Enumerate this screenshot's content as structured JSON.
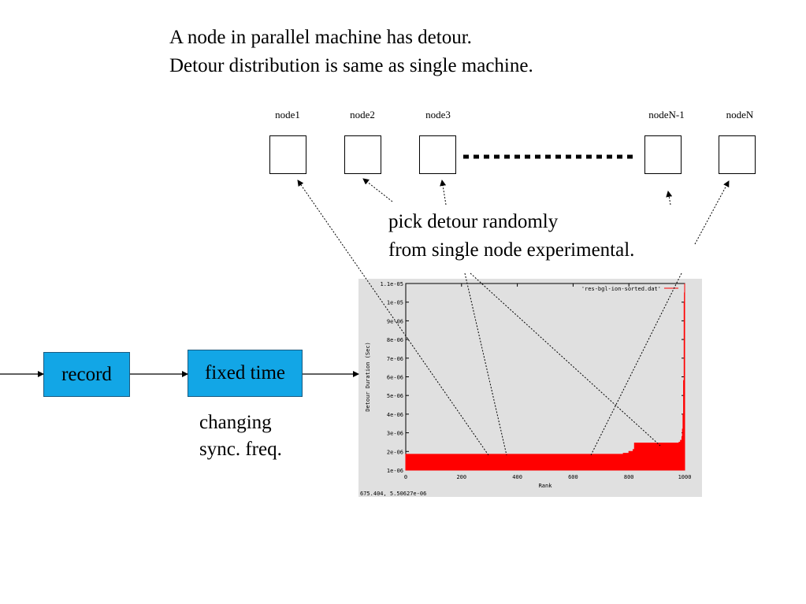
{
  "title": {
    "line1": "A node in parallel machine has detour.",
    "line2": "Detour distribution is same as single machine."
  },
  "nodes": [
    "node1",
    "node2",
    "node3",
    "nodeN-1",
    "nodeN"
  ],
  "pick_text": {
    "line1": "pick detour randomly",
    "line2": "from single node experimental."
  },
  "flow": {
    "record_label": "record",
    "fixed_time_label": "fixed time",
    "box_color": "#12a6e6"
  },
  "changing_text": {
    "line1": "changing",
    "line2": "sync. freq."
  },
  "chart_data": {
    "type": "area",
    "legend": "'res-bgl-ion-sorted.dat'",
    "legend_position": "top-right",
    "ylabel": "Detour Duration (Sec)",
    "xlabel": "Rank",
    "xlim": [
      0,
      1000
    ],
    "ylim": [
      1e-06,
      1.1e-05
    ],
    "x_ticks": [
      "0",
      "200",
      "400",
      "600",
      "800",
      "1000"
    ],
    "y_ticks": [
      "1e-06",
      "2e-06",
      "3e-06",
      "4e-06",
      "5e-06",
      "6e-06",
      "7e-06",
      "8e-06",
      "9e-06",
      "1e-05",
      "1.1e-05"
    ],
    "series": [
      {
        "name": "'res-bgl-ion-sorted.dat'",
        "color": "#ff0000",
        "x": [
          0,
          100,
          200,
          300,
          400,
          500,
          600,
          700,
          780,
          800,
          815,
          820,
          830,
          900,
          960,
          980,
          985,
          990,
          992,
          994,
          996,
          998,
          999,
          1000
        ],
        "y": [
          1.85e-06,
          1.85e-06,
          1.85e-06,
          1.85e-06,
          1.85e-06,
          1.85e-06,
          1.85e-06,
          1.85e-06,
          1.9e-06,
          2e-06,
          2.1e-06,
          2.45e-06,
          2.45e-06,
          2.45e-06,
          2.45e-06,
          2.5e-06,
          2.6e-06,
          2.8e-06,
          3.2e-06,
          4e-06,
          5.8e-06,
          1e-05,
          1.05e-05,
          1.1e-05
        ]
      }
    ],
    "status_readout": "675.404,  5.50627e-06"
  }
}
